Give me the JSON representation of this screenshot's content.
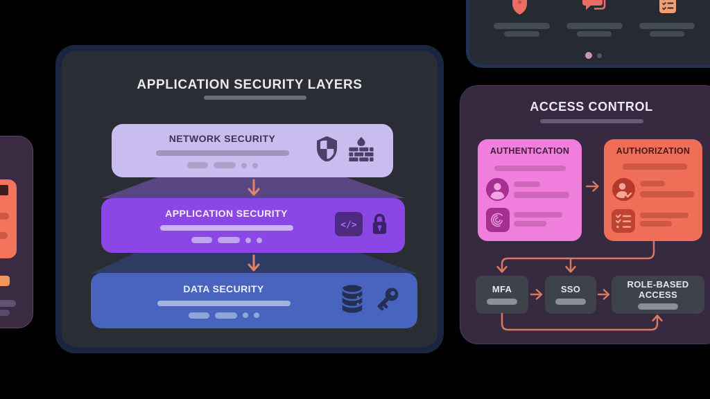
{
  "colors": {
    "background": "#000000",
    "main_card_bg": "#2a2d34",
    "main_card_border": "#1b2542",
    "accent_arrow": "#e0836b",
    "layer_network": "#c9bcee",
    "layer_application": "#8a47e6",
    "layer_data": "#4964bf",
    "trapezoid_upper": "#5b4684",
    "trapezoid_lower": "#2e3c63",
    "access_panel_bg": "#37293f",
    "authentication_card": "#ef7edd",
    "authorization_card": "#ee6e58",
    "node_box_bg": "#3e434b",
    "top_card_bg": "#262a32",
    "left_card_bg": "#3a2b42"
  },
  "main_panel": {
    "title": "APPLICATION SECURITY LAYERS",
    "layers": [
      {
        "title": "NETWORK SECURITY",
        "icons": [
          "shield-check-icon",
          "firewall-icon"
        ]
      },
      {
        "title": "APPLICATION SECURITY",
        "icons": [
          "code-icon",
          "lock-icon"
        ]
      },
      {
        "title": "DATA SECURITY",
        "icons": [
          "database-icon",
          "key-icon"
        ]
      }
    ]
  },
  "access_panel": {
    "title": "ACCESS CONTROL",
    "cards": [
      {
        "title": "AUTHENTICATION",
        "icons": [
          "user-icon",
          "fingerprint-icon"
        ]
      },
      {
        "title": "AUTHORIZATION",
        "icons": [
          "user-check-icon",
          "checklist-icon"
        ]
      }
    ],
    "nodes": [
      {
        "label": "MFA"
      },
      {
        "label": "SSO"
      },
      {
        "label": "ROLE-BASED ACCESS"
      }
    ]
  },
  "top_panel": {
    "items": [
      {
        "icon": "shield-icon"
      },
      {
        "icon": "chat-icon"
      },
      {
        "icon": "checklist-icon"
      }
    ],
    "pagination": {
      "total_dots": 2,
      "active_dot": 1
    }
  }
}
